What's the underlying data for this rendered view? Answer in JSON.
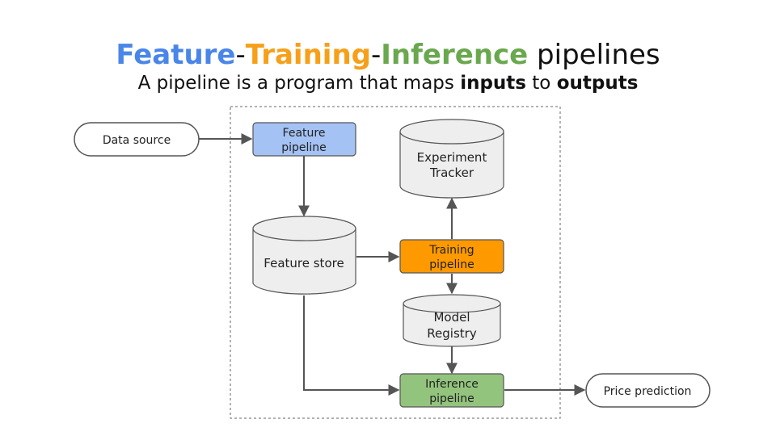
{
  "title": {
    "word1": "Feature",
    "sep1": "-",
    "word2": "Training",
    "sep2": "-",
    "word3": "Inference",
    "rest": " pipelines",
    "colors": {
      "feature": "#4a86e8",
      "training": "#f6a01a",
      "inference": "#6aa84f"
    }
  },
  "subtitle": {
    "part1": "A pipeline is a program that maps ",
    "inputs": "inputs",
    "part2": " to ",
    "outputs": "outputs"
  },
  "nodes": {
    "data_source": {
      "lines": [
        "Data source"
      ]
    },
    "feature_pipeline": {
      "lines": [
        "Feature",
        "pipeline"
      ],
      "fill": "#a4c2f4"
    },
    "feature_store": {
      "lines": [
        "Feature store"
      ],
      "fill": "#eeeeee"
    },
    "experiment_tracker": {
      "lines": [
        "Experiment",
        "Tracker"
      ],
      "fill": "#eeeeee"
    },
    "training_pipeline": {
      "lines": [
        "Training",
        "pipeline"
      ],
      "fill": "#ff9900"
    },
    "model_registry": {
      "lines": [
        "Model",
        "Registry"
      ],
      "fill": "#eeeeee"
    },
    "inference_pipeline": {
      "lines": [
        "Inference",
        "pipeline"
      ],
      "fill": "#93c47d"
    },
    "price_prediction": {
      "lines": [
        "Price prediction"
      ]
    }
  }
}
